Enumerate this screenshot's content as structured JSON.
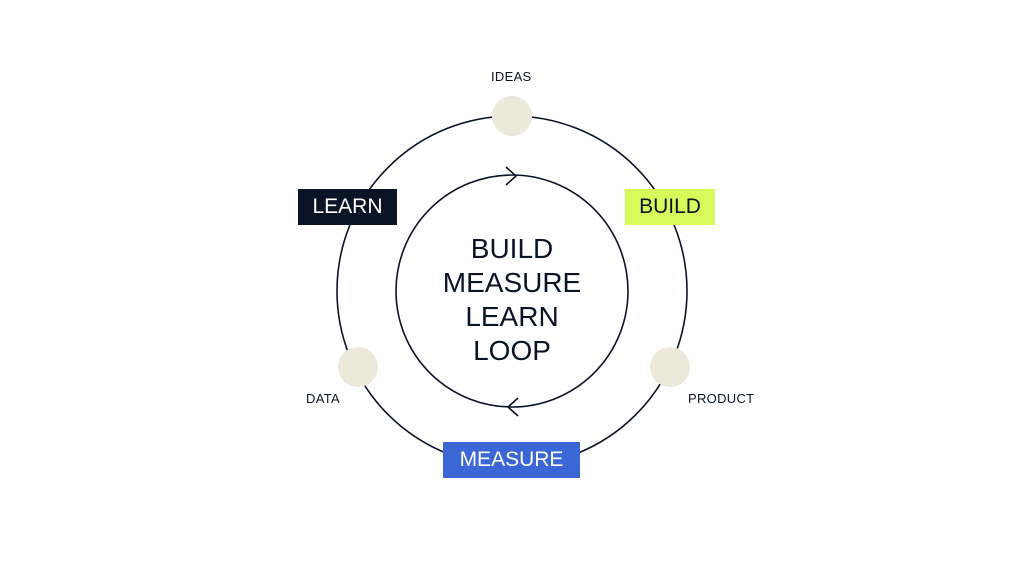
{
  "diagram": {
    "title_lines": [
      "BUILD",
      "MEASURE",
      "LEARN",
      "LOOP"
    ],
    "stages": {
      "learn": "LEARN",
      "build": "BUILD",
      "measure": "MEASURE"
    },
    "nodes": {
      "ideas": "IDEAS",
      "product": "PRODUCT",
      "data": "DATA"
    },
    "colors": {
      "line": "#0b1426",
      "node_fill": "#ece9da",
      "learn_bg": "#0b1426",
      "build_bg": "#d6fb5a",
      "measure_bg": "#3b66d6"
    }
  }
}
